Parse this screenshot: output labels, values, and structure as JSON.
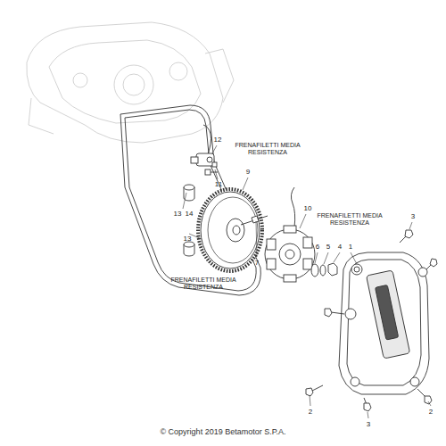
{
  "diagram": {
    "labels": [
      "12",
      "FRENAFILETTI MEDIA RESISTENZA",
      "11",
      "13",
      "14",
      "13",
      "9",
      "10",
      "FRENAFILETTI MEDIA RESISTENZA",
      "6",
      "5",
      "4",
      "1",
      "3",
      "7",
      "FRENAFILETTI MEDIA RESISTENZA",
      "2",
      "2",
      "3",
      "© Copyright 2019 Betamotor S.P.A."
    ]
  }
}
